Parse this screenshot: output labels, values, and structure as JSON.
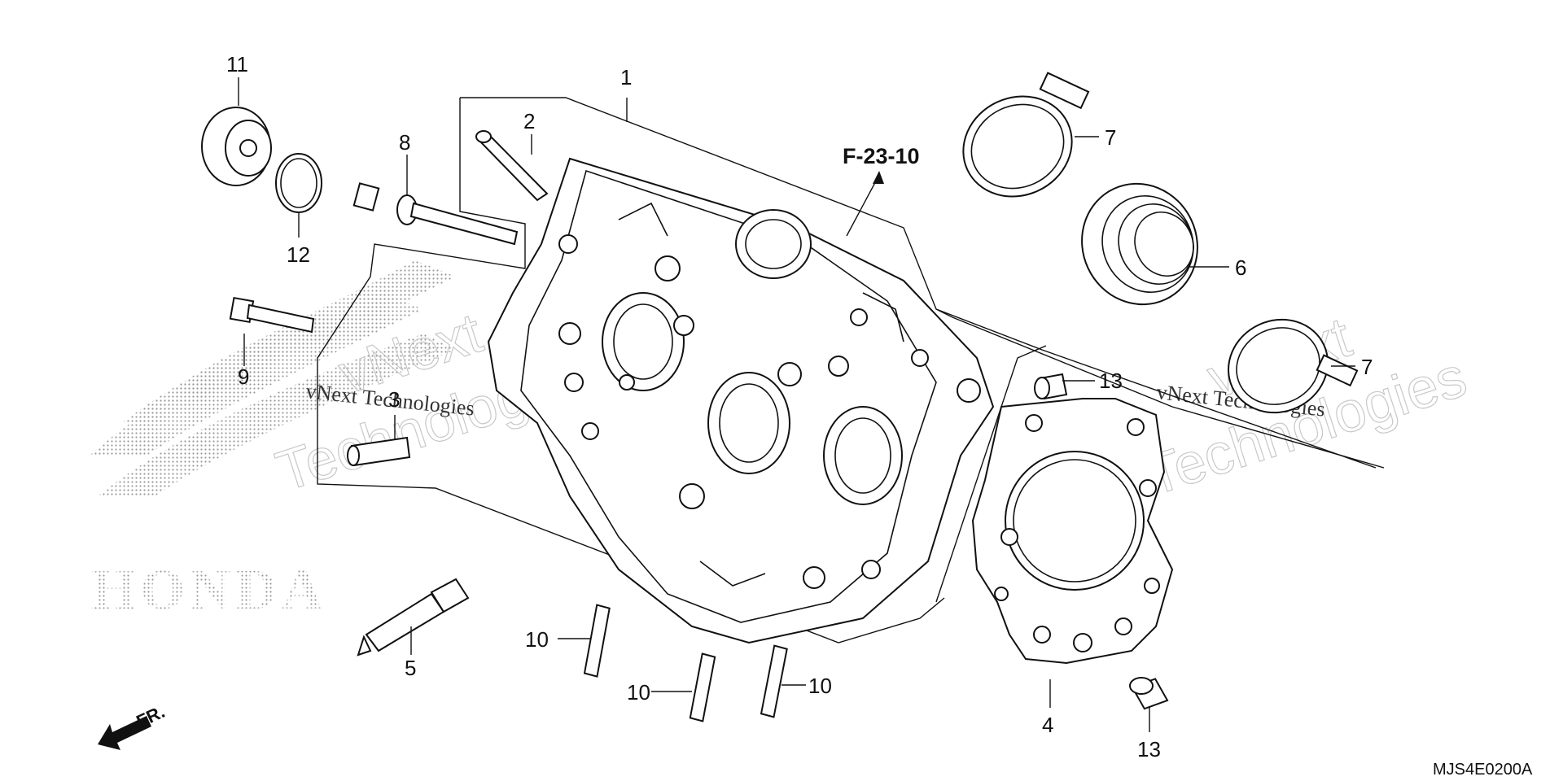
{
  "diagram": {
    "drawing_code": "MJS4E0200A",
    "reference": "F-23-10",
    "front_label": "FR.",
    "brand_mark": "HONDA",
    "watermark": {
      "line1": "vNext",
      "line2": "Technologies",
      "inline": "vNext Technologies"
    },
    "callouts": {
      "c1": "1",
      "c2": "2",
      "c3": "3",
      "c4": "4",
      "c5": "5",
      "c6": "6",
      "c7a": "7",
      "c7b": "7",
      "c8": "8",
      "c9": "9",
      "c10a": "10",
      "c10b": "10",
      "c10c": "10",
      "c11": "11",
      "c12": "12",
      "c13a": "13",
      "c13b": "13"
    }
  }
}
